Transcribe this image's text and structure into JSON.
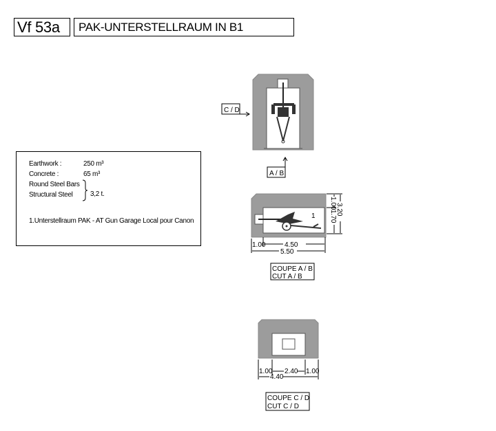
{
  "title": {
    "code": "Vf 53a",
    "name": "PAK-UNTERSTELLRAUM IN B1"
  },
  "info": {
    "earthwork_label": "Earthwork :",
    "earthwork_value": "250 m³",
    "concrete_label": "Concrete :",
    "concrete_value": "65 m³",
    "round_steel_label": "Round Steel Bars",
    "structural_steel_label": "Structural Steel",
    "steel_value": "3,2 t.",
    "legend": "1.Unterstellraum PAK - AT Gun Garage Local pour Canon"
  },
  "plan": {
    "section_cd_marker": "C / D",
    "section_ab_marker": "A / B"
  },
  "section_ab": {
    "room_number": "1",
    "dims": {
      "wall": "1.00",
      "inner_length": "4.50",
      "total_length": "5.50",
      "roof": "1.00",
      "inner_height": "1.70",
      "total_height": "3.20"
    },
    "caption_fr": "COUPE A / B",
    "caption_en": "CUT A / B"
  },
  "section_cd": {
    "dims": {
      "wall_left": "1.00",
      "inner_width": "2.40",
      "wall_right": "1.00",
      "total_width": "4.40"
    },
    "caption_fr": "COUPE C / D",
    "caption_en": "CUT C / D"
  },
  "colors": {
    "concrete": "#9c9c9c",
    "gun": "#333333"
  }
}
